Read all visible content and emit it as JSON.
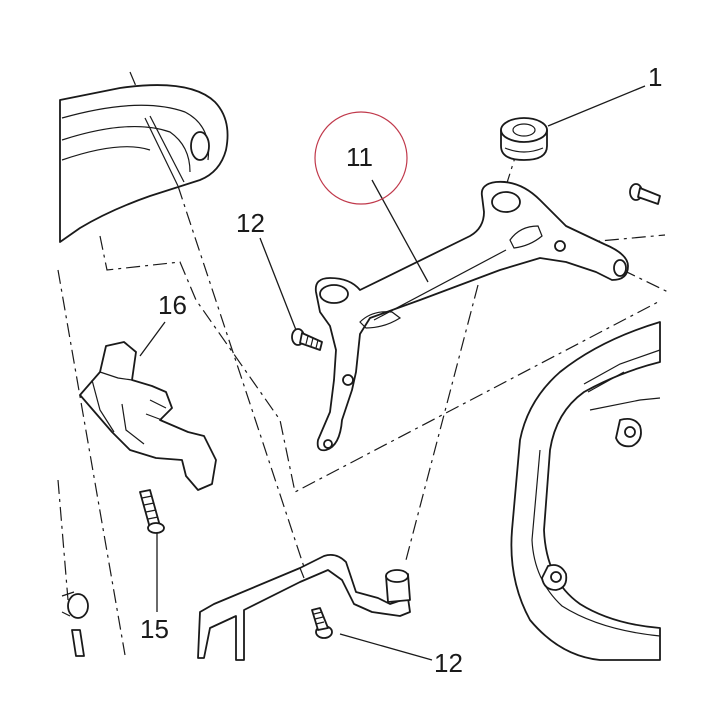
{
  "diagram": {
    "labels": {
      "part_1": "1",
      "part_11": "11",
      "part_12_upper": "12",
      "part_12_lower": "12",
      "part_15": "15",
      "part_16": "16"
    },
    "highlight_color": "#c0394b",
    "line_color": "#1a1a1a"
  }
}
